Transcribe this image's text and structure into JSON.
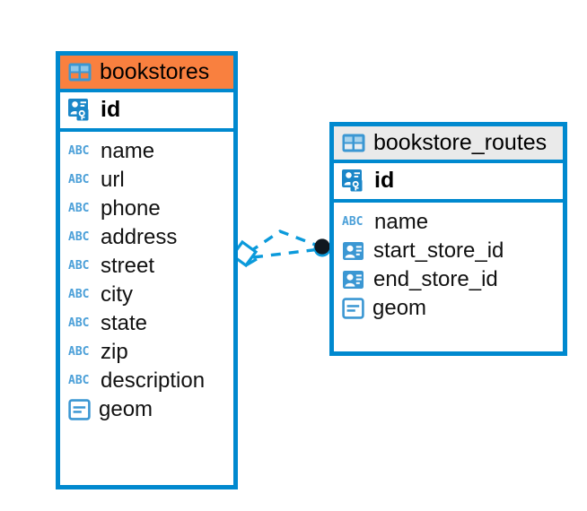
{
  "diagram": {
    "type": "entity-relationship-diagram",
    "colors": {
      "border": "#0089cf",
      "header_accent": "#f9803f",
      "header_neutral": "#eaeaea",
      "icon_blue": "#3b97d3",
      "connector": "#0b9adb",
      "endpoint": "#101820",
      "background": "#ffffff"
    },
    "entities": [
      {
        "name": "bookstores",
        "header_style": "accent",
        "icon": "table-grid-icon",
        "primary_key": {
          "label": "id",
          "icon": "primary-key-icon"
        },
        "columns": [
          {
            "label": "name",
            "icon": "text-type-icon",
            "icon_text": "ABC"
          },
          {
            "label": "url",
            "icon": "text-type-icon",
            "icon_text": "ABC"
          },
          {
            "label": "phone",
            "icon": "text-type-icon",
            "icon_text": "ABC"
          },
          {
            "label": "address",
            "icon": "text-type-icon",
            "icon_text": "ABC"
          },
          {
            "label": "street",
            "icon": "text-type-icon",
            "icon_text": "ABC"
          },
          {
            "label": "city",
            "icon": "text-type-icon",
            "icon_text": "ABC"
          },
          {
            "label": "state",
            "icon": "text-type-icon",
            "icon_text": "ABC"
          },
          {
            "label": "zip",
            "icon": "text-type-icon",
            "icon_text": "ABC"
          },
          {
            "label": "description",
            "icon": "text-type-icon",
            "icon_text": "ABC"
          },
          {
            "label": "geom",
            "icon": "geometry-type-icon"
          }
        ]
      },
      {
        "name": "bookstore_routes",
        "header_style": "neutral",
        "icon": "table-grid-icon",
        "primary_key": {
          "label": "id",
          "icon": "primary-key-icon"
        },
        "columns": [
          {
            "label": "name",
            "icon": "text-type-icon",
            "icon_text": "ABC"
          },
          {
            "label": "start_store_id",
            "icon": "foreign-key-icon"
          },
          {
            "label": "end_store_id",
            "icon": "foreign-key-icon"
          },
          {
            "label": "geom",
            "icon": "geometry-type-icon"
          }
        ]
      }
    ],
    "relationship": {
      "style": "dashed",
      "source_marker": "diamond",
      "target_marker": "filled-circle",
      "branches": 2
    }
  }
}
